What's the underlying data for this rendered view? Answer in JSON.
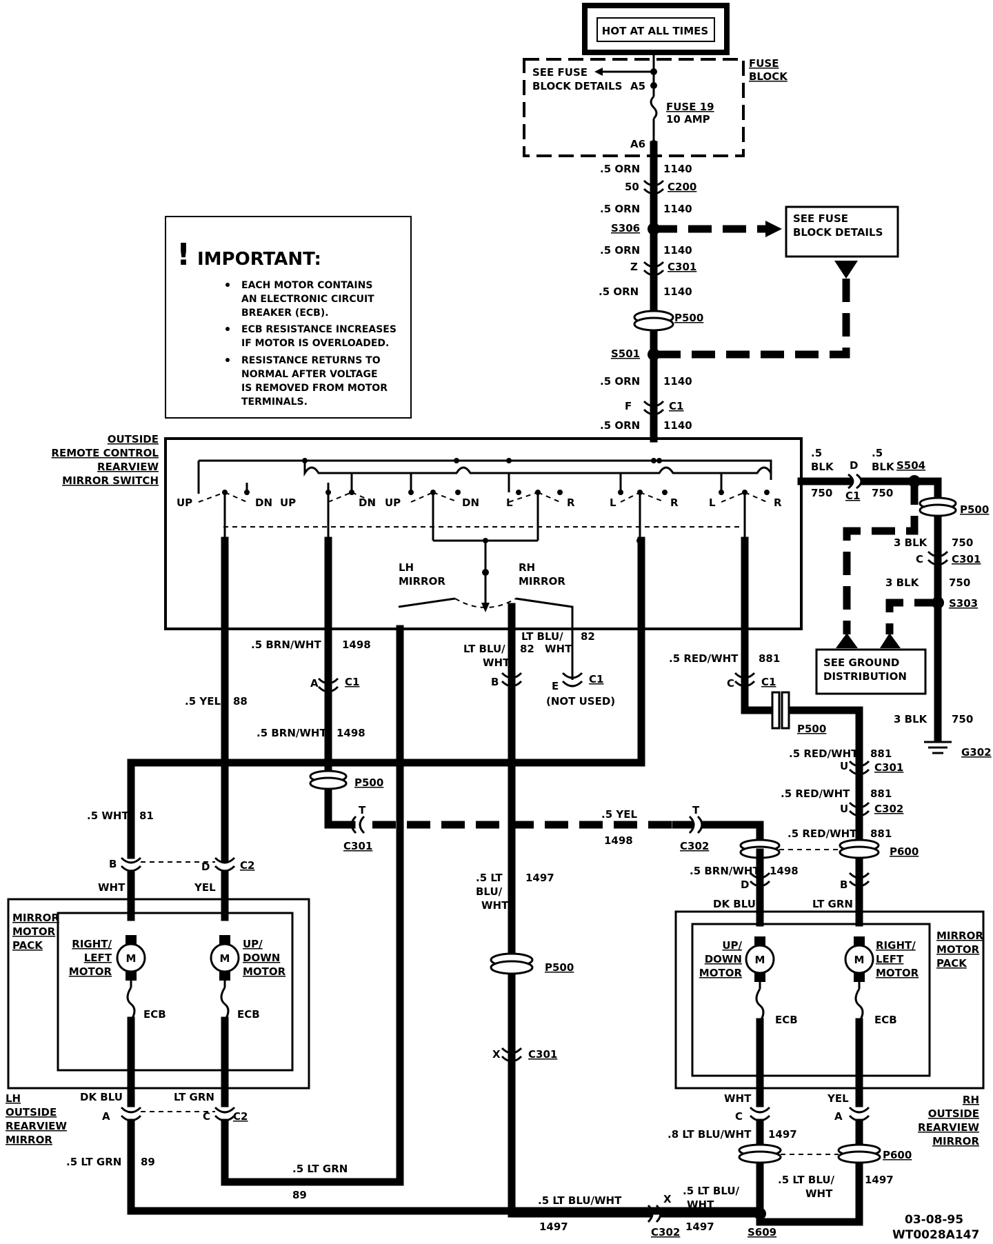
{
  "header": {
    "power_label": "HOT AT ALL TIMES"
  },
  "fuse_block": {
    "title_line1": "FUSE",
    "title_line2": "BLOCK",
    "see_line1": "SEE FUSE",
    "see_line2": "BLOCK DETAILS",
    "term_a5": "A5",
    "term_a6": "A6",
    "fuse_name": "FUSE 19",
    "fuse_rating": "10 AMP"
  },
  "main_feed": {
    "wire": ".5 ORN",
    "circuit": "1140",
    "c200_pin": "50",
    "c200": "C200",
    "s306": "S306",
    "c301_pin": "Z",
    "c301": "C301",
    "p500": "P500",
    "s501": "S501",
    "c1_pin": "F",
    "c1": "C1"
  },
  "see_fuse_box": {
    "line1": "SEE FUSE",
    "line2": "BLOCK DETAILS"
  },
  "important": {
    "mark": "!",
    "title": "IMPORTANT:",
    "bullets": [
      [
        "EACH MOTOR CONTAINS",
        "AN ELECTRONIC CIRCUIT",
        "BREAKER (ECB)."
      ],
      [
        "ECB RESISTANCE INCREASES",
        "IF MOTOR IS OVERLOADED."
      ],
      [
        "RESISTANCE RETURNS TO",
        "NORMAL AFTER VOLTAGE",
        "IS REMOVED FROM MOTOR",
        "TERMINALS."
      ]
    ]
  },
  "switch": {
    "name_lines": [
      "OUTSIDE",
      "REMOTE CONTROL",
      "REARVIEW",
      "MIRROR SWITCH"
    ],
    "positions": [
      "UP",
      "DN",
      "UP",
      "DN",
      "UP",
      "DN",
      "L",
      "R",
      "L",
      "R",
      "L",
      "R"
    ],
    "lh_mirror": [
      "LH",
      "MIRROR"
    ],
    "rh_mirror": [
      "RH",
      "MIRROR"
    ]
  },
  "ground_path": {
    "blk5": ".5",
    "blk_word": "BLK",
    "circuit": "750",
    "c1_pin": "D",
    "c1": "C1",
    "s504": "S504",
    "p500": "P500",
    "blk3": "3 BLK",
    "c301_pin": "C",
    "c301": "C301",
    "s303": "S303",
    "g302": "G302"
  },
  "see_ground": {
    "line1": "SEE GROUND",
    "line2": "DISTRIBUTION"
  },
  "lh_wires": {
    "brn_wht": ".5 BRN/WHT",
    "c1498": "1498",
    "yel": ".5 YEL",
    "c88": "88",
    "pin_a": "A",
    "c1": "C1",
    "p500": "P500",
    "pin_t": "T",
    "c301": "C301",
    "wht": ".5 WHT",
    "c81": "81",
    "pin_b": "B",
    "pin_d": "D",
    "c2": "C2",
    "wht_word": "WHT",
    "yel_word": "YEL"
  },
  "center_wires": {
    "lt_blu_wht_1": "LT BLU/",
    "lt_blu_wht_2": "WHT",
    "c82": "82",
    "pin_b": "B",
    "pin_e": "E",
    "c1": "C1",
    "not_used": "(NOT USED)",
    "lt_blu_a": ".5 LT",
    "lt_blu_b": "BLU/",
    "lt_blu_c": "WHT",
    "c1497": "1497",
    "p500": "P500",
    "pin_x": "X",
    "c301": "C301"
  },
  "rh_feed": {
    "red_wht": ".5 RED/WHT",
    "c881": "881",
    "pin_c": "C",
    "c1": "C1",
    "p500": "P500",
    "pin_u": "U",
    "c301": "C301",
    "c302": "C302",
    "p600": "P600",
    "yel": ".5 YEL",
    "c1498": "1498",
    "pin_t": "T",
    "brn_wht": ".5 BRN/WHT",
    "pin_d": "D",
    "pin_b": "B",
    "dk_blu": "DK BLU",
    "lt_grn": "LT GRN"
  },
  "lh_pack": {
    "title": [
      "MIRROR",
      "MOTOR",
      "PACK"
    ],
    "rl_motor": [
      "RIGHT/",
      "LEFT",
      "MOTOR"
    ],
    "ud_motor": [
      "UP/",
      "DOWN",
      "MOTOR"
    ],
    "m": "M",
    "ecb": "ECB",
    "dk_blu": "DK BLU",
    "lt_grn": "LT GRN",
    "pin_a": "A",
    "pin_c": "C",
    "c2": "C2",
    "mirror_name": [
      "LH",
      "OUTSIDE",
      "REARVIEW",
      "MIRROR"
    ]
  },
  "rh_pack": {
    "title": [
      "MIRROR",
      "MOTOR",
      "PACK"
    ],
    "ud_motor": [
      "UP/",
      "DOWN",
      "MOTOR"
    ],
    "rl_motor": [
      "RIGHT/",
      "LEFT",
      "MOTOR"
    ],
    "m": "M",
    "ecb": "ECB",
    "wht": "WHT",
    "yel": "YEL",
    "pin_c": "C",
    "pin_a": "A",
    "mirror_name": [
      "RH",
      "OUTSIDE",
      "REARVIEW",
      "MIRROR"
    ]
  },
  "bottom": {
    "lt_grn": ".5 LT GRN",
    "c89": "89",
    "lt_blu_wht": ".5 LT BLU/WHT",
    "c1497": "1497",
    "pin_x": "X",
    "c302": "C302",
    "s609": "S609",
    "rh_lt_blu_1": ".5 LT BLU/",
    "rh_lt_blu_2": "WHT",
    "rh_c8": ".8 LT BLU/WHT",
    "p600": "P600",
    "date": "03-08-95",
    "code": "WT0028A147"
  }
}
